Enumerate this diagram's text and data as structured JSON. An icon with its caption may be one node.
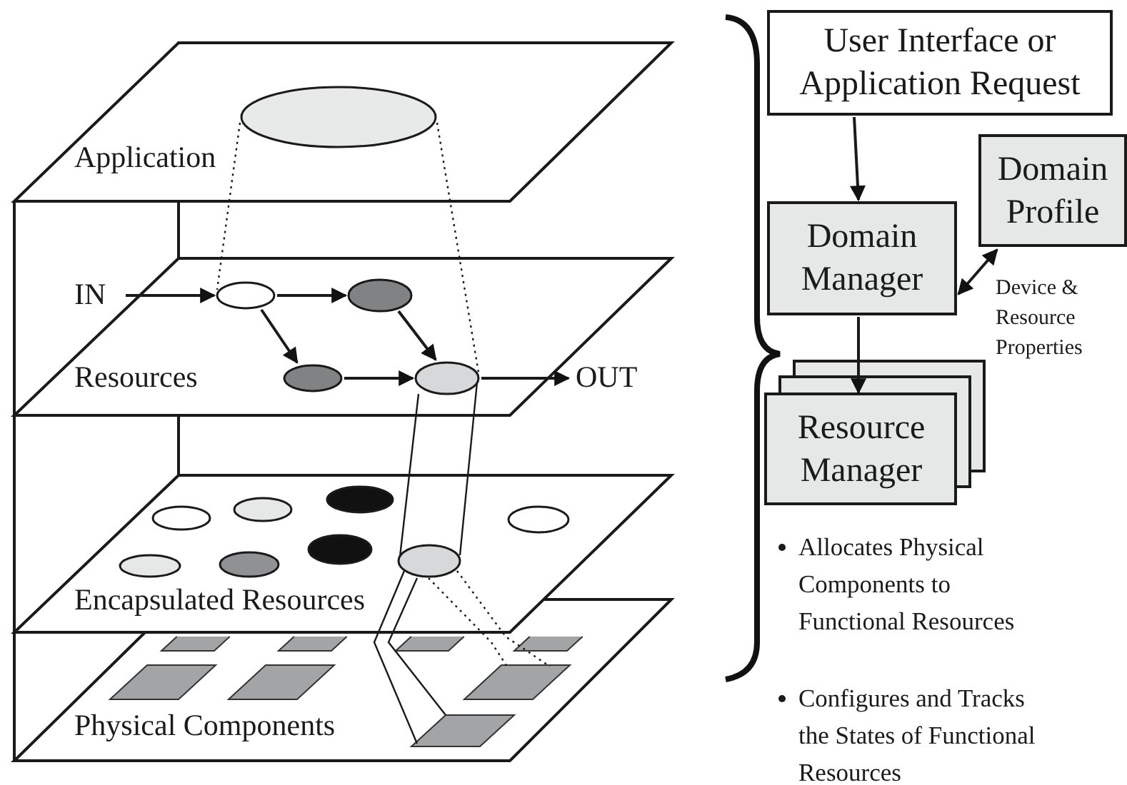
{
  "diagram": {
    "nodes": [
      {
        "text": [
          "Application"
        ]
      },
      {
        "text": [],
        "shape": "ellipse",
        "in": 0
      },
      {
        "text": [
          "IN"
        ]
      },
      {
        "text": [
          "Resources"
        ]
      },
      {
        "text": [],
        "shape": "ellipse",
        "in": 3
      },
      {
        "text": [],
        "shape": "ellipse",
        "in": 3
      },
      {
        "text": [],
        "shape": "ellipse",
        "in": 3
      },
      {
        "text": [],
        "shape": "ellipse",
        "in": 3
      },
      {
        "text": [
          "OUT"
        ]
      },
      {
        "text": [
          "Encapsulated Resources"
        ]
      },
      {
        "text": [],
        "shape": "ellipse",
        "in": 9
      },
      {
        "text": [],
        "shape": "ellipse",
        "in": 9
      },
      {
        "text": [],
        "shape": "ellipse",
        "in": 9
      },
      {
        "text": [],
        "shape": "ellipse",
        "in": 9
      },
      {
        "text": [],
        "shape": "ellipse",
        "in": 9
      },
      {
        "text": [],
        "shape": "ellipse",
        "in": 9
      },
      {
        "text": [],
        "shape": "ellipse",
        "in": 9
      },
      {
        "text": [],
        "shape": "ellipse",
        "in": 9
      },
      {
        "text": [
          "Physical Components"
        ]
      },
      {
        "text": [],
        "shape": "parallelogram",
        "in": 18
      },
      {
        "text": [],
        "shape": "parallelogram",
        "in": 18
      },
      {
        "text": [],
        "shape": "parallelogram",
        "in": 18
      },
      {
        "text": [],
        "shape": "parallelogram",
        "in": 18
      },
      {
        "text": [],
        "shape": "parallelogram",
        "in": 18
      },
      {
        "text": [],
        "shape": "parallelogram",
        "in": 18
      },
      {
        "text": [],
        "shape": "parallelogram",
        "in": 18
      },
      {
        "text": [],
        "shape": "parallelogram",
        "in": 18
      },
      {
        "text": [
          "User Interface or Application Request"
        ]
      },
      {
        "text": [
          "Domain Manager"
        ]
      },
      {
        "text": [
          "Domain Profile"
        ]
      },
      {
        "text": [
          "Resource Manager"
        ]
      }
    ],
    "edges": [
      {
        "from": 1,
        "to": 4,
        "arrow": "none",
        "style": "dashed"
      },
      {
        "from": 1,
        "to": 7,
        "arrow": "none",
        "style": "dashed"
      },
      {
        "from": 2,
        "to": 4,
        "arrow": "to"
      },
      {
        "from": 4,
        "to": 5,
        "arrow": "to"
      },
      {
        "from": 4,
        "to": 6,
        "arrow": "to"
      },
      {
        "from": 5,
        "to": 7,
        "arrow": "to"
      },
      {
        "from": 6,
        "to": 7,
        "arrow": "to"
      },
      {
        "from": 7,
        "to": 8,
        "arrow": "to"
      },
      {
        "from": 7,
        "to": 17,
        "arrow": "none"
      },
      {
        "from": 7,
        "to": 17,
        "arrow": "none"
      },
      {
        "from": 17,
        "to": 26,
        "arrow": "none"
      },
      {
        "from": 17,
        "to": 26,
        "arrow": "none"
      },
      {
        "from": 17,
        "to": 25,
        "arrow": "none",
        "style": "dashed"
      },
      {
        "from": 17,
        "to": 25,
        "arrow": "none",
        "style": "dashed"
      },
      {
        "from": 27,
        "to": 28,
        "arrow": "to"
      },
      {
        "from": 28,
        "to": 29,
        "arrow": "both",
        "label": "Device & Resource Properties"
      },
      {
        "from": 28,
        "to": 30,
        "arrow": "to"
      }
    ],
    "labels": [
      "Allocates Physical Components to Functional Resources",
      "Configures and Tracks the States of Functional Resources"
    ]
  }
}
